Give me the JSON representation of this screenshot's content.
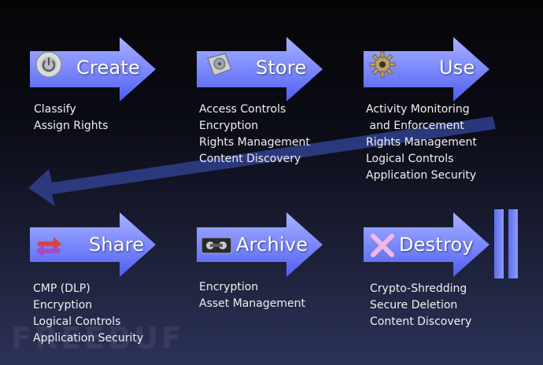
{
  "stages": [
    {
      "id": "create",
      "label": "Create",
      "icon": "power-button-icon",
      "bullets": [
        "Classify",
        "Assign Rights"
      ]
    },
    {
      "id": "store",
      "label": "Store",
      "icon": "hard-drive-icon",
      "bullets": [
        "Access Controls",
        "Encryption",
        "Rights Management",
        "Content Discovery"
      ]
    },
    {
      "id": "use",
      "label": "Use",
      "icon": "gear-icon",
      "bullets": [
        "Activity Monitoring",
        " and Enforcement",
        "Rights Management",
        "Logical Controls",
        "Application Security"
      ]
    },
    {
      "id": "share",
      "label": "Share",
      "icon": "exchange-arrows-icon",
      "bullets": [
        "CMP (DLP)",
        "Encryption",
        "Logical Controls",
        "Application Security"
      ]
    },
    {
      "id": "archive",
      "label": "Archive",
      "icon": "tape-cartridge-icon",
      "bullets": [
        "Encryption",
        "Asset Management"
      ]
    },
    {
      "id": "destroy",
      "label": "Destroy",
      "icon": "x-mark-icon",
      "bullets": [
        "Crypto-Shredding",
        "Secure Deletion",
        "Content Discovery"
      ]
    }
  ],
  "watermark": "FREEBUF",
  "colors": {
    "arrow_light": "#9aa6ff",
    "arrow_dark": "#4d5cf0",
    "return_arrow": "#2f3f86",
    "end_bar": "#6f7fe8"
  }
}
